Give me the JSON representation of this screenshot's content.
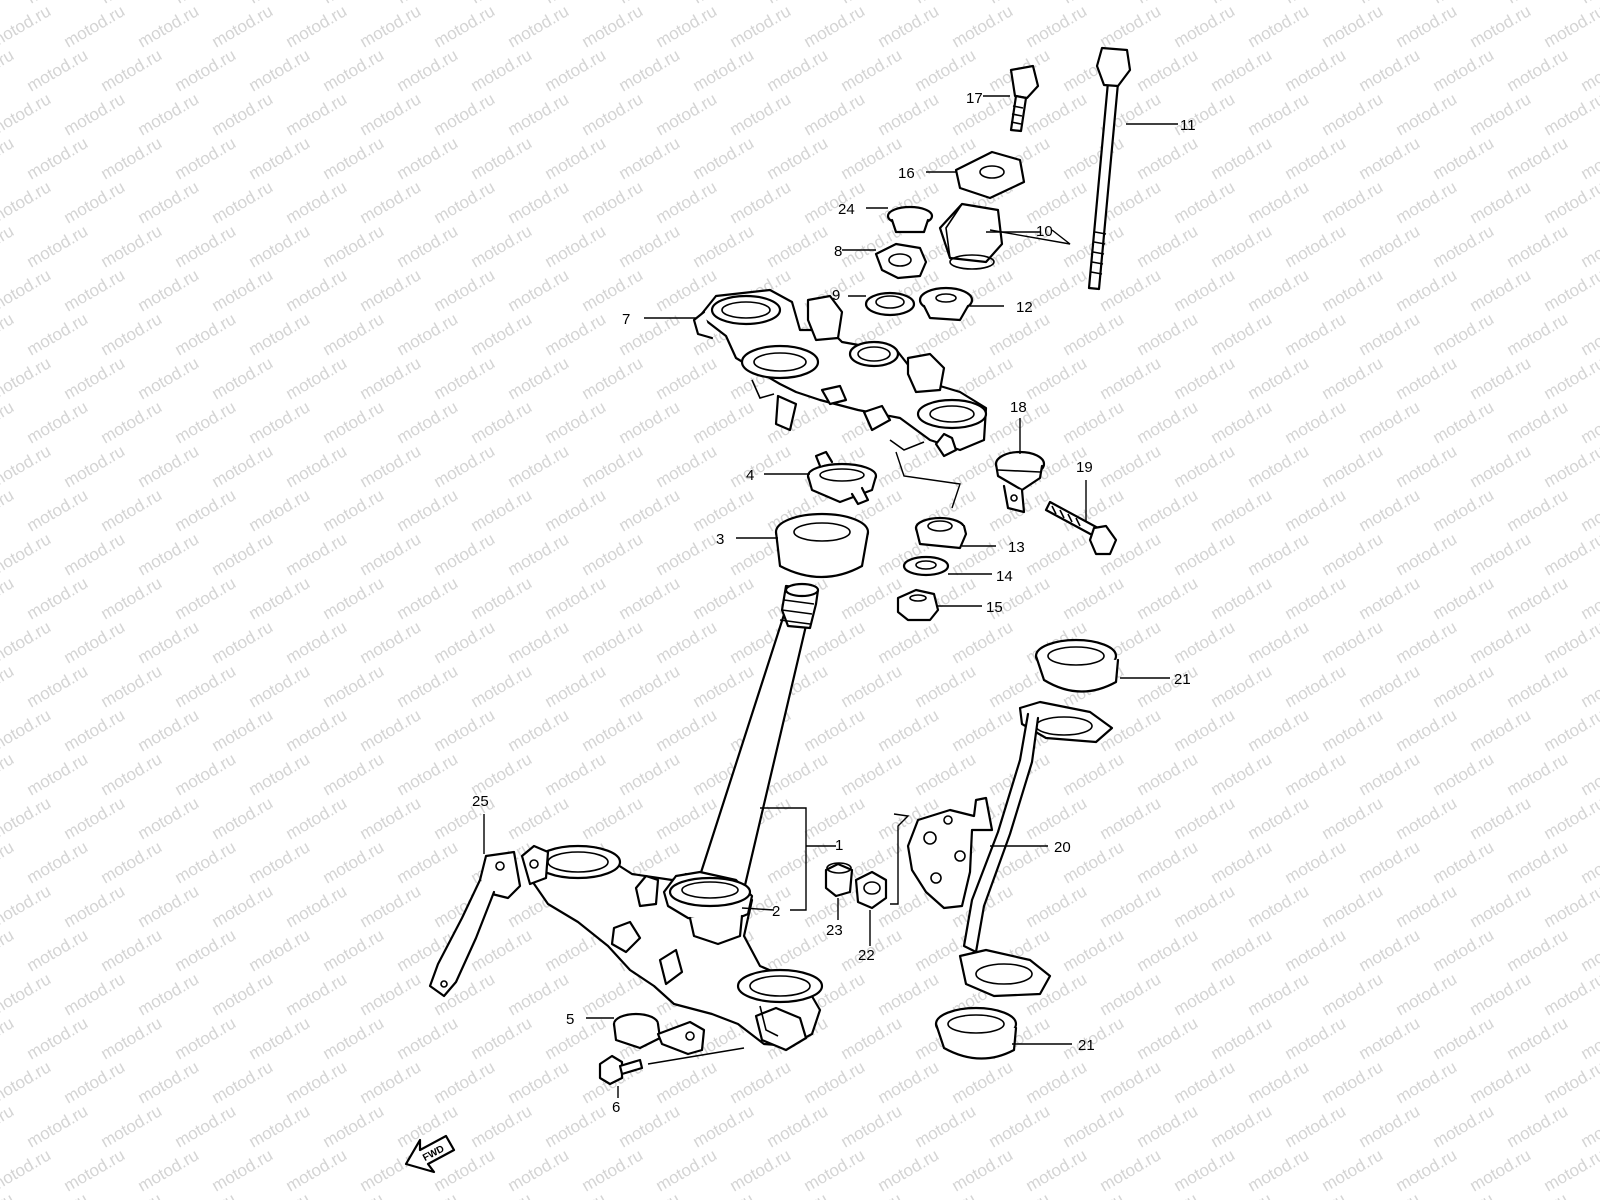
{
  "watermark": {
    "text": "motod.ru",
    "color": "#d4d4d4"
  },
  "direction_label": "FWD",
  "callouts": {
    "c1": "1",
    "c2": "2",
    "c3": "3",
    "c4": "4",
    "c5": "5",
    "c6": "6",
    "c7": "7",
    "c8": "8",
    "c9": "9",
    "c10": "10",
    "c11": "11",
    "c12": "12",
    "c13": "13",
    "c14": "14",
    "c15": "15",
    "c16": "16",
    "c17": "17",
    "c18": "18",
    "c19": "19",
    "c20": "20",
    "c21a": "21",
    "c21b": "21",
    "c22": "22",
    "c23": "23",
    "c24": "24",
    "c25": "25"
  },
  "colors": {
    "line": "#000000",
    "background": "#ffffff"
  }
}
